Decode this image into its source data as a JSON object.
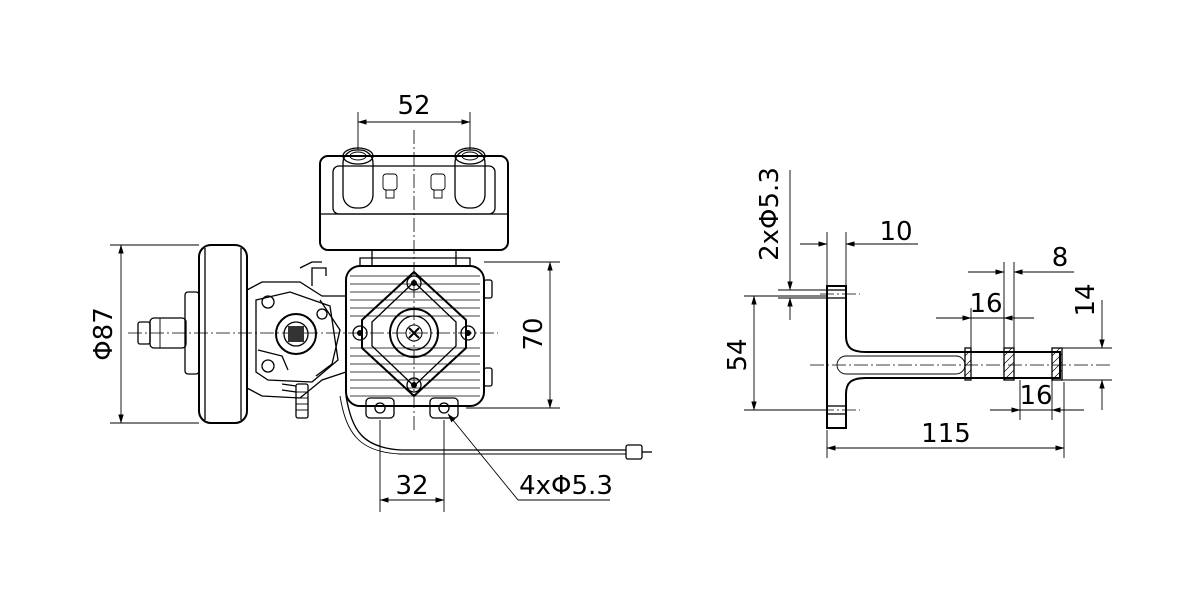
{
  "front_view": {
    "dim_top_width": "52",
    "dim_height": "70",
    "dim_flywheel_diameter": "Φ87",
    "dim_mount_spacing": "32",
    "dim_mount_holes": "4xΦ5.3"
  },
  "bracket_view": {
    "dim_holes": "2xΦ5.3",
    "dim_flange_thickness": "10",
    "dim_slot_end": "8",
    "dim_slot_inner": "16",
    "dim_arm_height": "14",
    "dim_flange_height": "54",
    "dim_slot_end_lower": "16",
    "dim_total_length": "115"
  }
}
